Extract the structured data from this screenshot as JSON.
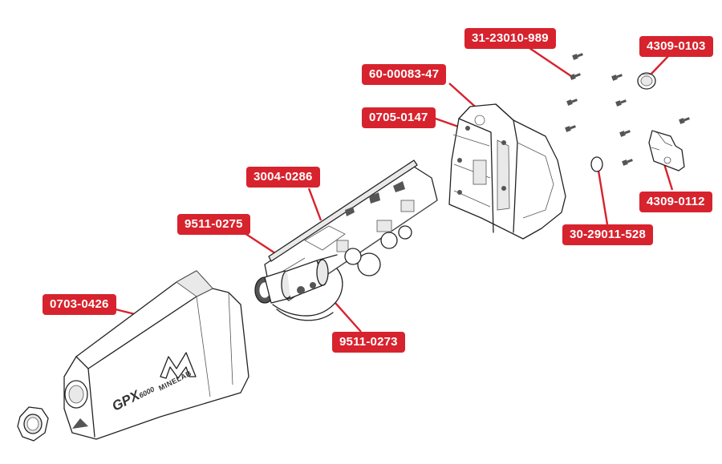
{
  "callouts": [
    {
      "id": "31-23010-989",
      "label": "31-23010-989"
    },
    {
      "id": "4309-0103",
      "label": "4309-0103"
    },
    {
      "id": "60-00083-47",
      "label": "60-00083-47"
    },
    {
      "id": "0705-0147",
      "label": "0705-0147"
    },
    {
      "id": "3004-0286",
      "label": "3004-0286"
    },
    {
      "id": "9511-0275",
      "label": "9511-0275"
    },
    {
      "id": "0703-0426",
      "label": "0703-0426"
    },
    {
      "id": "9511-0273",
      "label": "9511-0273"
    },
    {
      "id": "4309-0112",
      "label": "4309-0112"
    },
    {
      "id": "30-29011-528",
      "label": "30-29011-528"
    }
  ],
  "housing_branding": {
    "model": "GPX",
    "model_suffix": "6000",
    "brand": "MINELAB"
  },
  "colors": {
    "callout_bg": "#d7232e",
    "callout_text": "#ffffff",
    "line_art": "#222222"
  }
}
